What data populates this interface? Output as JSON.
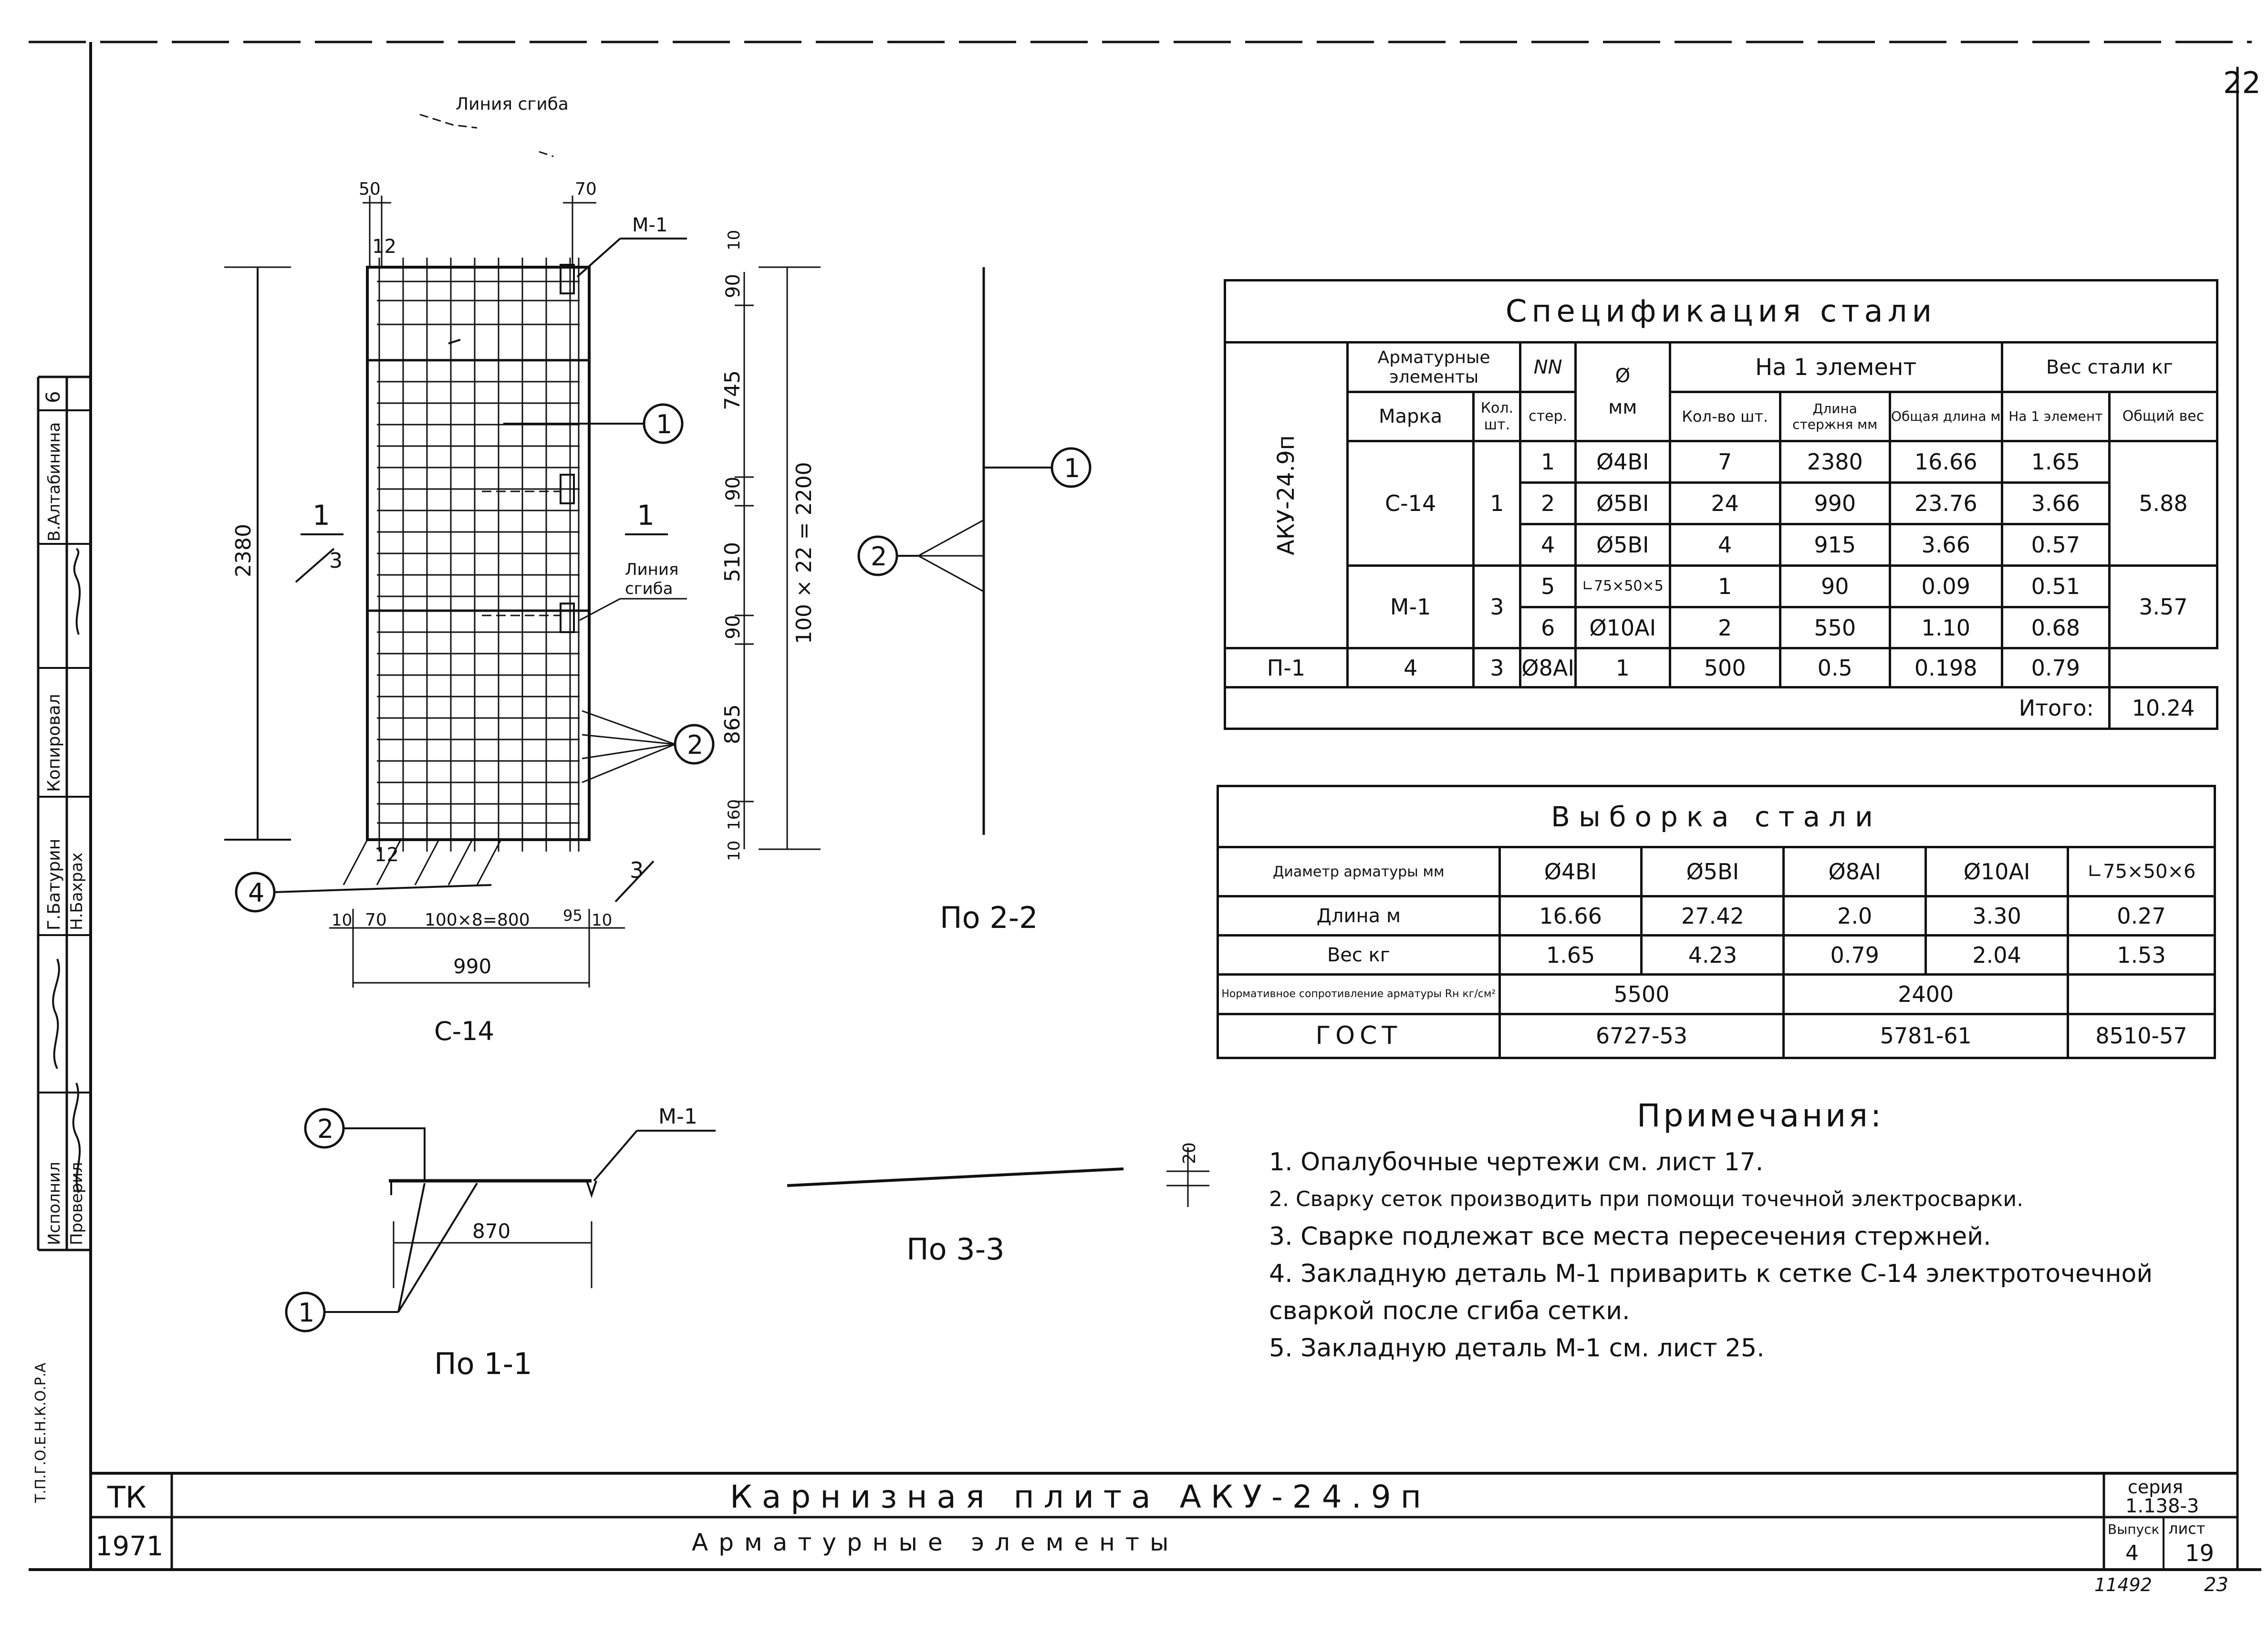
{
  "page_number": "22",
  "drawing_c14": {
    "bend_line_top": "Линия сгиба",
    "dim_50": "50",
    "dim_70": "70",
    "dim_12_top": "12",
    "dim_12_bottom": "12",
    "mark_m1": "М-1",
    "dim_2380": "2380",
    "section_1_left": "1",
    "section_1_right": "1",
    "section_3_left": "3",
    "section_3_bottom": "3",
    "bend_line_side_1": "Линия",
    "bend_line_side_2": "сгиба",
    "callout_1": "1",
    "callout_2": "2",
    "callout_4": "4",
    "dim_10_a": "10",
    "dim_70_b": "70",
    "dim_800": "100×8=800",
    "dim_95": "95",
    "dim_10_b": "10",
    "dim_990": "990",
    "right_dims": [
      "10",
      "90",
      "745",
      "90",
      "510",
      "90",
      "865",
      "160",
      "10"
    ],
    "dim_2200": "100 × 22 = 2200",
    "title": "С-14"
  },
  "section_2_2": {
    "callout_1": "1",
    "callout_2": "2",
    "title": "По 2-2"
  },
  "section_1_1": {
    "callout_2": "2",
    "callout_1": "1",
    "mark_m1": "М-1",
    "dim_870": "870",
    "title": "По 1-1"
  },
  "section_3_3": {
    "dim_20": "20",
    "title": "По 3-3"
  },
  "side_stamp": {
    "rows": [
      "Исполнил",
      "Проверил",
      "Н.Бахрах",
      "Г.Батурин",
      "Копировал",
      "В.Алтабинина"
    ],
    "sheet_no": "6",
    "bottom_code": "Т.П.Г.О.Е.Н.К.О.Р.А"
  },
  "spec_table": {
    "title": "Спецификация стали",
    "h_elements": "Арматурные элементы",
    "h_nn": "NN",
    "h_diam": "Ø",
    "h_per_el": "На 1 элемент",
    "h_weight": "Вес стали кг",
    "h_mark": "Марка",
    "h_qty": "Кол. шт.",
    "h_rod": "стер.",
    "h_mm": "мм",
    "h_cnt": "Кол-во шт.",
    "h_len": "Длина стержня мм",
    "h_total_len": "Общая длина м",
    "h_w1": "На 1 элемент",
    "h_wt": "Общий вес",
    "side_label": "АКУ-24.9п",
    "rows": [
      {
        "mark": "С-14",
        "qty": "1",
        "nn": "1",
        "d": "Ø4ВI",
        "cnt": "7",
        "len": "2380",
        "tl": "16.66",
        "w1": "1.65",
        "wt": "5.88"
      },
      {
        "mark": "",
        "qty": "",
        "nn": "2",
        "d": "Ø5ВI",
        "cnt": "24",
        "len": "990",
        "tl": "23.76",
        "w1": "3.66",
        "wt": ""
      },
      {
        "mark": "",
        "qty": "",
        "nn": "4",
        "d": "Ø5ВI",
        "cnt": "4",
        "len": "915",
        "tl": "3.66",
        "w1": "0.57",
        "wt": ""
      },
      {
        "mark": "М-1",
        "qty": "3",
        "nn": "5",
        "d": "∟75×50×5",
        "cnt": "1",
        "len": "90",
        "tl": "0.09",
        "w1": "0.51",
        "wt": "3.57"
      },
      {
        "mark": "",
        "qty": "",
        "nn": "6",
        "d": "Ø10АI",
        "cnt": "2",
        "len": "550",
        "tl": "1.10",
        "w1": "0.68",
        "wt": ""
      },
      {
        "mark": "П-1",
        "qty": "4",
        "nn": "3",
        "d": "Ø8АI",
        "cnt": "1",
        "len": "500",
        "tl": "0.5",
        "w1": "0.198",
        "wt": "0.79"
      }
    ],
    "total_label": "Итого:",
    "total_value": "10.24"
  },
  "sel_table": {
    "title": "Выборка стали",
    "h_diam": "Диаметр арматуры мм",
    "cols": [
      "Ø4ВI",
      "Ø5ВI",
      "Ø8АI",
      "Ø10АI",
      "∟75×50×6"
    ],
    "len_label": "Длина м",
    "len": [
      "16.66",
      "27.42",
      "2.0",
      "3.30",
      "0.27"
    ],
    "w_label": "Вес кг",
    "w": [
      "1.65",
      "4.23",
      "0.79",
      "2.04",
      "1.53"
    ],
    "norm_label": "Нормативное сопротивление арматуры Rн кг/см²",
    "norm_a": "5500",
    "norm_b": "2400",
    "gost_label": "ГОСТ",
    "gost_a": "6727-53",
    "gost_b": "5781-61",
    "gost_c": "8510-57"
  },
  "notes": {
    "title": "Примечания:",
    "items": [
      "1. Опалубочные чертежи см. лист 17.",
      "2. Сварку сеток производить при помощи точечной электросварки.",
      "3. Сварке подлежат все места пересечения стержней.",
      "4. Закладную деталь М-1 приварить к сетке С-14 электроточечной сваркой после сгиба сетки.",
      "5. Закладную деталь М-1 см. лист 25."
    ]
  },
  "title_block": {
    "org": "ТК",
    "year": "1971",
    "title_1": "Карнизная плита АКУ-24.9п",
    "title_2": "Арматурные элементы",
    "series_label": "серия",
    "series_value": "1.138-3",
    "issue_label": "Выпуск",
    "issue_value": "4",
    "sheet_label": "лист",
    "sheet_value": "19",
    "bottom_left": "11492",
    "bottom_right": "23"
  }
}
